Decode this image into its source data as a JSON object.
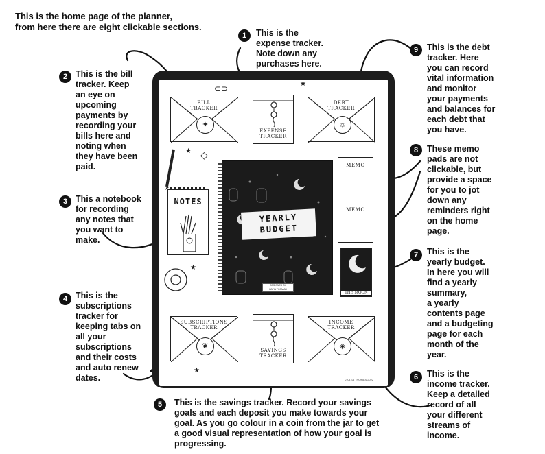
{
  "intro": {
    "line1": "This is the home page of the planner,",
    "line2": "from here there are eight clickable sections."
  },
  "callouts": [
    {
      "number": "1",
      "lines": [
        "This is the",
        "expense tracker.",
        "Note down any",
        "purchases here."
      ]
    },
    {
      "number": "2",
      "lines": [
        "This is the bill",
        "tracker. Keep",
        "an eye on",
        "upcoming",
        "payments by",
        "recording your",
        "bills here and",
        "noting when",
        "they have been",
        "paid."
      ]
    },
    {
      "number": "3",
      "lines": [
        "This a notebook",
        "for recording",
        "any notes that",
        "you want to",
        "make."
      ]
    },
    {
      "number": "4",
      "lines": [
        "This is the",
        "subscriptions",
        "tracker for",
        "keeping tabs on",
        "all your",
        "subscriptions",
        "and their costs",
        "and auto renew",
        "dates."
      ]
    },
    {
      "number": "5",
      "lines": [
        "This is the savings tracker. Record your savings",
        "goals and each deposit you make towards your",
        "goal. As you go colour in a coin from the jar to get",
        "a good visual representation of how your goal is",
        "progressing."
      ]
    },
    {
      "number": "6",
      "lines": [
        "This is the",
        "income tracker.",
        "Keep a detailed",
        "record of all",
        "your different",
        "streams of",
        "income."
      ]
    },
    {
      "number": "7",
      "lines": [
        "This is the",
        "yearly budget.",
        "In here you will",
        "find a yearly",
        "summary,",
        "a yearly",
        "contents page",
        "and a budgeting",
        "page for each",
        "month of the",
        "year."
      ]
    },
    {
      "number": "8",
      "lines": [
        "These memo",
        "pads are not",
        "clickable, but",
        "provide a space",
        "for you to jot",
        "down any",
        "reminders right",
        "on the home",
        "page."
      ]
    },
    {
      "number": "9",
      "lines": [
        "This is the debt",
        "tracker. Here",
        "you can record",
        "vital information",
        "and monitor",
        "your payments",
        "and balances for",
        "each debt that",
        "you have."
      ]
    }
  ],
  "planner": {
    "bill_tracker": [
      "BILL",
      "TRACKER"
    ],
    "expense_tracker": [
      "EXPENSE",
      "TRACKER"
    ],
    "debt_tracker": [
      "DEBT",
      "TRACKER"
    ],
    "subscriptions_tracker": [
      "SUBSCRIPTIONS",
      "TRACKER"
    ],
    "savings_tracker": [
      "SAVINGS",
      "TRACKER"
    ],
    "income_tracker": [
      "INCOME",
      "TRACKER"
    ],
    "notes_title": "NOTES",
    "memo_label": "MEMO",
    "cover_title": [
      "YEARLY",
      "BUDGET"
    ],
    "cover_designer": [
      "DESIGNED BY",
      "KATIA THOMAS"
    ],
    "moon_card": "THE MOON",
    "copyright": "©KATIA THOMAS 2022"
  },
  "colors": {
    "ink": "#111111",
    "tablet": "#1d1d1d",
    "cover": "#1b1b1b",
    "paper": "#ffffff"
  }
}
